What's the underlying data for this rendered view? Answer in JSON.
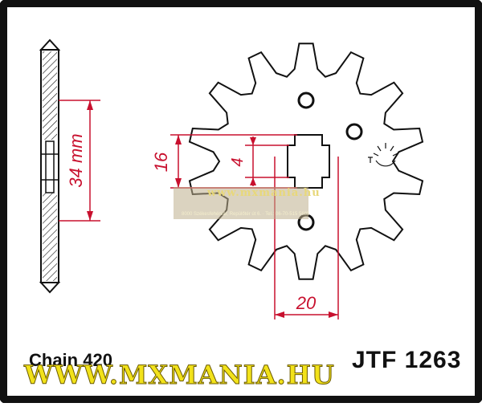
{
  "diagram": {
    "labels": {
      "pitch_diameter": "34 mm",
      "bolt_dim": "16",
      "hole_dim": "4",
      "bore_dim": "20"
    },
    "footer": {
      "chain_label": "Chain 420",
      "part_number": "JTF 1263",
      "watermark": "WWW.MXMANIA.HU"
    },
    "watermark_band": {
      "title": "www.mxmania.hu",
      "subtitle": "8000 Székesfehérvár, Repülőtér út 6. · Tel.: 06-70-515 5685"
    },
    "colors": {
      "dimension": "#c8102e",
      "outline": "#111111",
      "watermark": "#f2e21a"
    }
  }
}
